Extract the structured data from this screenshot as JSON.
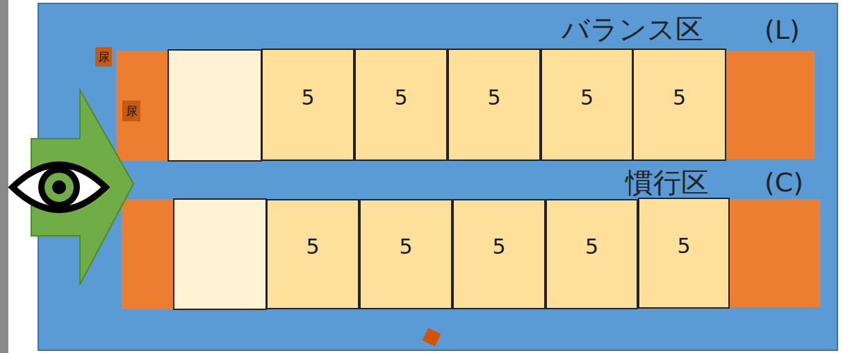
{
  "diagram": {
    "nodes": [
      {
        "text": [
          "尿"
        ]
      },
      {
        "text": [
          "尿"
        ]
      },
      {
        "text": [
          "5"
        ]
      },
      {
        "text": [
          "5"
        ]
      },
      {
        "text": [
          "5"
        ]
      },
      {
        "text": [
          "5"
        ]
      },
      {
        "text": [
          "5"
        ]
      },
      {
        "text": [
          "5"
        ]
      },
      {
        "text": [
          "5"
        ]
      },
      {
        "text": [
          "5"
        ]
      },
      {
        "text": [
          "5"
        ]
      },
      {
        "text": [
          "5"
        ]
      }
    ],
    "labels": [
      "バランス区",
      "(L)",
      "慣行区",
      "(C)"
    ]
  }
}
